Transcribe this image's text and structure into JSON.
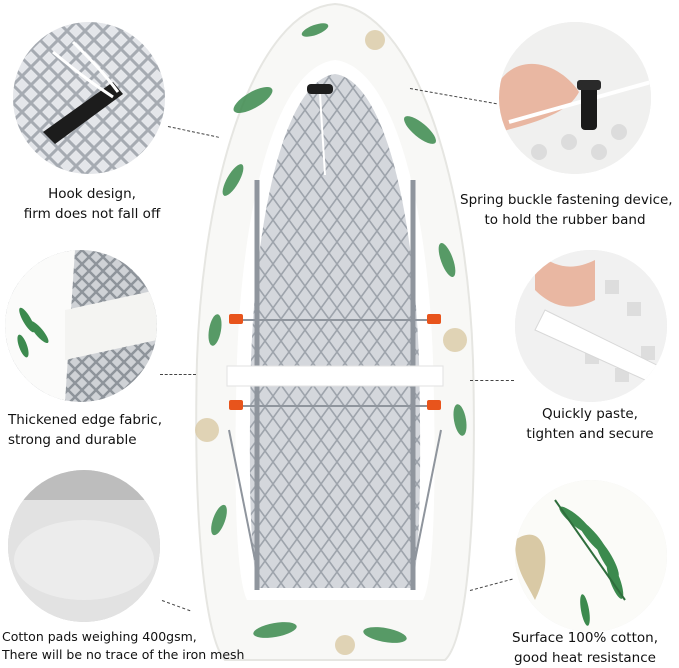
{
  "features": [
    {
      "id": "hook",
      "icon": "hook-icon",
      "lines": [
        "Hook design,",
        "firm does not fall off"
      ]
    },
    {
      "id": "spring",
      "icon": "spring-buckle-icon",
      "lines": [
        "Spring buckle fastening device,",
        "to hold the rubber band"
      ]
    },
    {
      "id": "edge",
      "icon": "fabric-edge-icon",
      "lines": [
        "Thickened edge fabric,",
        "strong and durable"
      ]
    },
    {
      "id": "paste",
      "icon": "velcro-strap-icon",
      "lines": [
        "Quickly paste,",
        "tighten and secure"
      ]
    },
    {
      "id": "pad",
      "icon": "cotton-pad-icon",
      "lines": [
        "Cotton pads weighing 400gsm,",
        "There will be no trace of the iron mesh"
      ]
    },
    {
      "id": "cotton",
      "icon": "leaf-print-icon",
      "lines": [
        "Surface 100% cotton,",
        "good heat resistance"
      ]
    }
  ],
  "colors": {
    "mesh": "#bfc4cc",
    "frame": "#9aa0a8",
    "leaf_green": "#3c8a4e",
    "leaf_beige": "#d9c9a5",
    "clip_orange": "#e8541c",
    "cover": "#f8f8f6"
  }
}
